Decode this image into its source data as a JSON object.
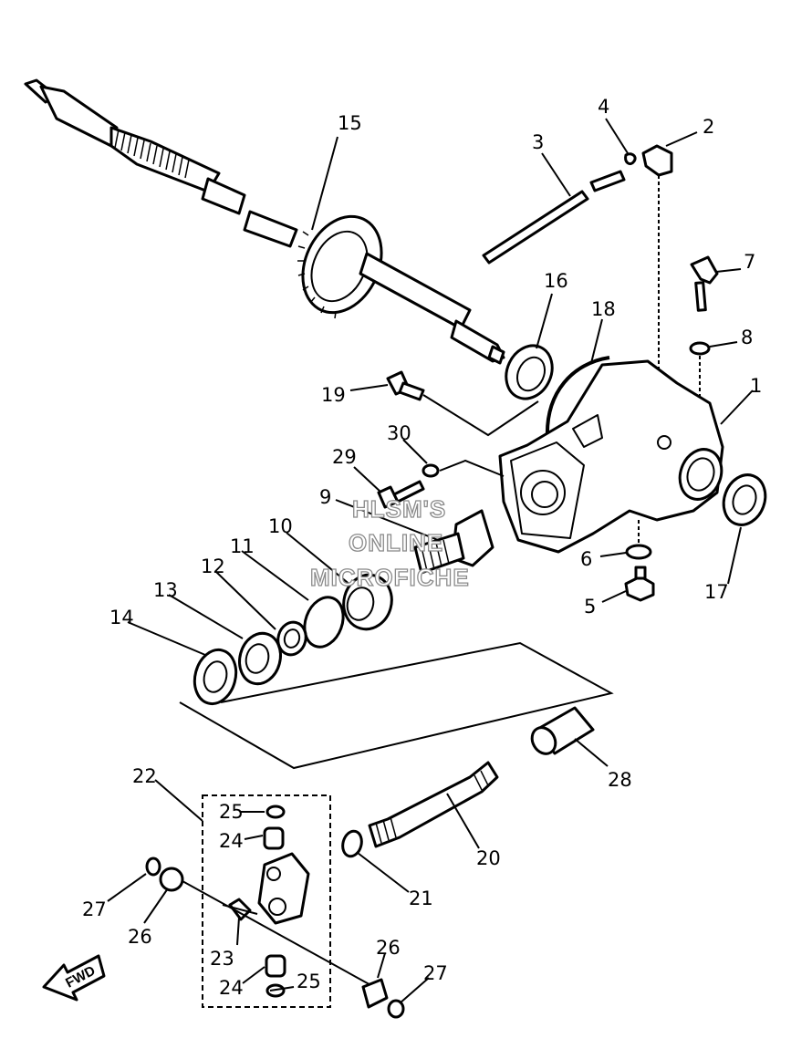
{
  "callouts": {
    "c1": "1",
    "c2": "2",
    "c3": "3",
    "c4": "4",
    "c5": "5",
    "c6": "6",
    "c7": "7",
    "c8": "8",
    "c9": "9",
    "c10": "10",
    "c11": "11",
    "c12": "12",
    "c13": "13",
    "c14": "14",
    "c15": "15",
    "c16": "16",
    "c17": "17",
    "c18": "18",
    "c19": "19",
    "c20": "20",
    "c21": "21",
    "c22": "22",
    "c23": "23",
    "c24a": "24",
    "c24b": "24",
    "c25a": "25",
    "c25b": "25",
    "c26a": "26",
    "c26b": "26",
    "c27a": "27",
    "c27b": "27",
    "c28": "28",
    "c29": "29",
    "c30": "30"
  },
  "watermark": {
    "line1": "HLSM'S",
    "line2": "ONLINE",
    "line3": "MICROFICHE"
  },
  "direction_marker": {
    "label": "FWD"
  }
}
